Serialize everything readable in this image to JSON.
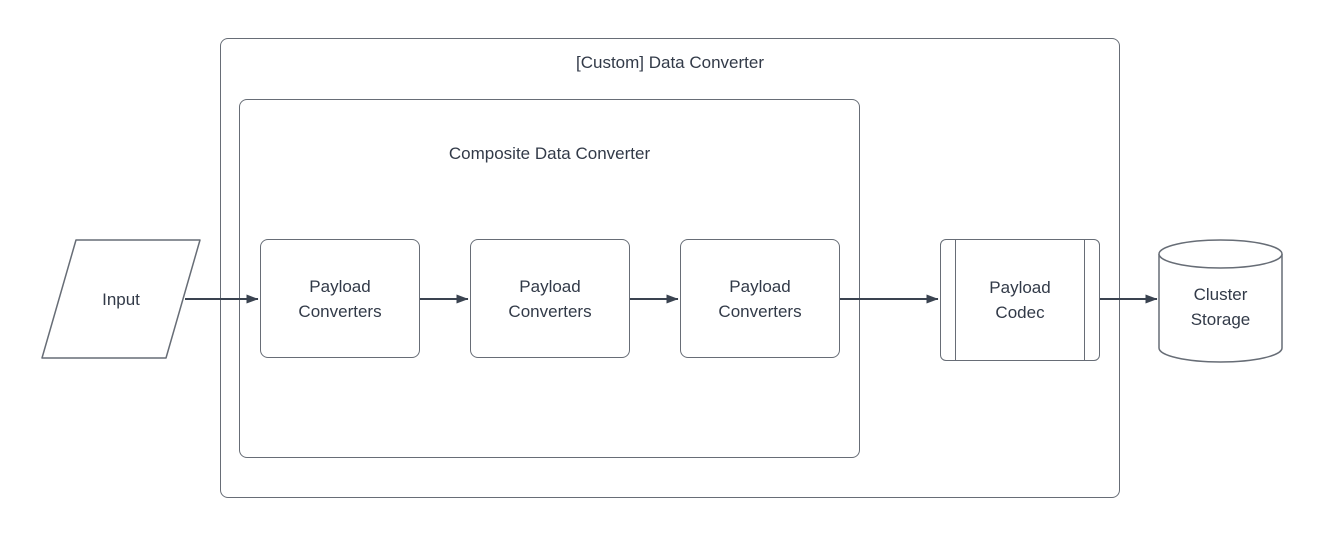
{
  "diagram": {
    "outer_group": {
      "title": "[Custom] Data Converter"
    },
    "inner_group": {
      "title": "Composite Data Converter"
    },
    "nodes": {
      "input": {
        "label": "Input",
        "shape": "parallelogram"
      },
      "payload_converters_1": {
        "label": "Payload Converters",
        "shape": "rounded-rectangle"
      },
      "payload_converters_2": {
        "label": "Payload Converters",
        "shape": "rounded-rectangle"
      },
      "payload_converters_3": {
        "label": "Payload Converters",
        "shape": "rounded-rectangle"
      },
      "payload_codec": {
        "label": "Payload Codec",
        "shape": "predefined-process"
      },
      "cluster_storage": {
        "label": "Cluster Storage",
        "shape": "cylinder"
      }
    },
    "edges": [
      {
        "from": "input",
        "to": "payload_converters_1"
      },
      {
        "from": "payload_converters_1",
        "to": "payload_converters_2"
      },
      {
        "from": "payload_converters_2",
        "to": "payload_converters_3"
      },
      {
        "from": "payload_converters_3",
        "to": "payload_codec"
      },
      {
        "from": "payload_codec",
        "to": "cluster_storage"
      }
    ],
    "colors": {
      "background": "#ffffff",
      "shape_stroke": "#676d76",
      "arrow_stroke": "#3a4350",
      "text": "#323a48"
    }
  }
}
